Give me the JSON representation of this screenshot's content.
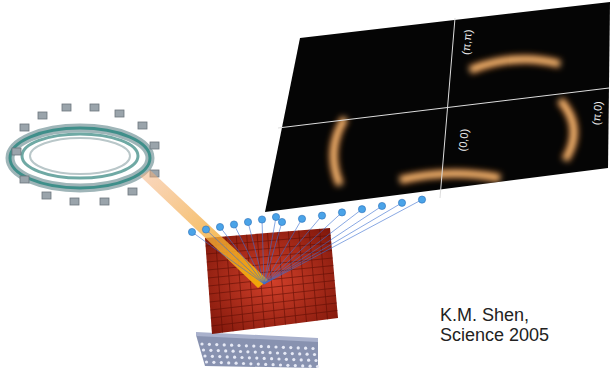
{
  "diagram": {
    "labels": [
      "(π,π)",
      "(π,0)",
      "(0,0)",
      "K.M. Shen, Science 2005"
    ]
  }
}
